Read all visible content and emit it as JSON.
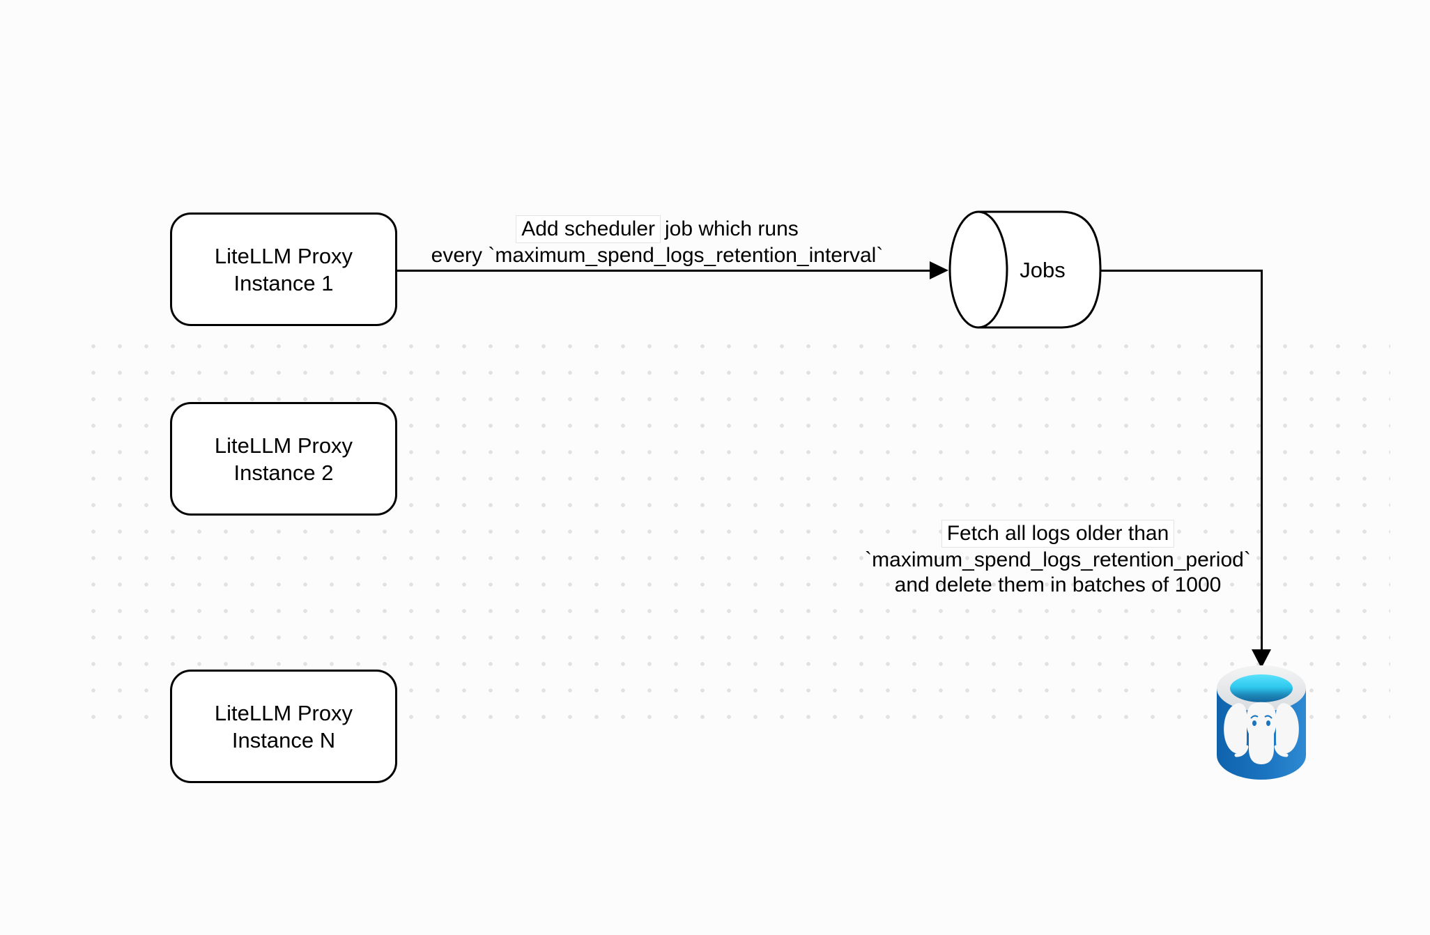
{
  "diagram": {
    "title": "LiteLLM spend logs retention scheduler diagram",
    "background_color": "#fcfcfc",
    "dot_color": "#e2e2e2",
    "stroke_color": "#000000",
    "nodes": {
      "proxy_instance_1": {
        "label": "LiteLLM Proxy\nInstance 1"
      },
      "proxy_instance_2": {
        "label": "LiteLLM Proxy\nInstance 2"
      },
      "proxy_instance_n": {
        "label": "LiteLLM Proxy\nInstance N"
      },
      "jobs": {
        "label": "Jobs",
        "shape": "horizontal-cylinder"
      },
      "postgres": {
        "icon": "postgresql-database-icon"
      }
    },
    "edges": {
      "scheduler": {
        "from": "proxy_instance_1",
        "to": "jobs",
        "label_line1_boxed": "Add scheduler",
        "label_line1_rest": "job which runs",
        "label_line2": "every `maximum_spend_logs_retention_interval`"
      },
      "fetch": {
        "from": "jobs",
        "to": "postgres",
        "label_line1": "Fetch all logs older than",
        "label_line2": "`maximum_spend_logs_retention_period`",
        "label_line3": "and delete them in batches of 1000"
      }
    },
    "postgres_icon_colors": {
      "body_left": "#0f63ac",
      "body_right": "#2e8ad2",
      "rim": "#e9e9e9",
      "opening_top": "#55e0fa",
      "opening_bottom": "#14689e",
      "elephant": "#f7f7f7",
      "eye": "#1b74c0"
    }
  }
}
